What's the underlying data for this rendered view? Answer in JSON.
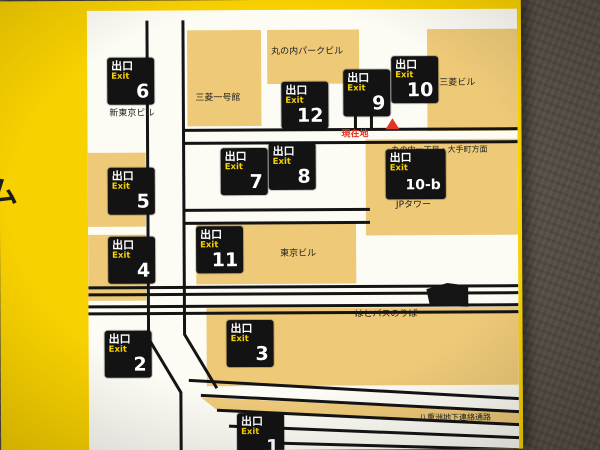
{
  "exit_sign": {
    "deguchi": "出口",
    "exit_label": "Exit"
  },
  "exits": [
    {
      "number": "6"
    },
    {
      "number": "12"
    },
    {
      "number": "9"
    },
    {
      "number": "10"
    },
    {
      "number": "5"
    },
    {
      "number": "7"
    },
    {
      "number": "8"
    },
    {
      "number": "10-b"
    },
    {
      "number": "11"
    },
    {
      "number": "4"
    },
    {
      "number": "3"
    },
    {
      "number": "2"
    },
    {
      "number": "1"
    }
  ],
  "labels": {
    "park_building": "丸の内パークビル",
    "ichigokan": "三菱一号館",
    "shin_tokyo": "新東京ビル",
    "mitsubishi": "三菱ビル",
    "jp_tower": "JPタワー",
    "tokyo_building": "東京ビル",
    "hato_bus": "はとバスのりば",
    "yaesu": "八重洲地下連絡通路",
    "direction": "丸の内一丁目・大手町方面",
    "you_are_here": "現在地",
    "left_edge_text": "ム"
  },
  "colors": {
    "signboard_yellow": "#f8d100",
    "map_background": "#fcfbf4",
    "building_tan": "#eec978",
    "exit_sign_black": "#131313",
    "exit_sign_yellow": "#f8d100",
    "marker_red": "#e33428",
    "wall_gray": "#585046"
  }
}
